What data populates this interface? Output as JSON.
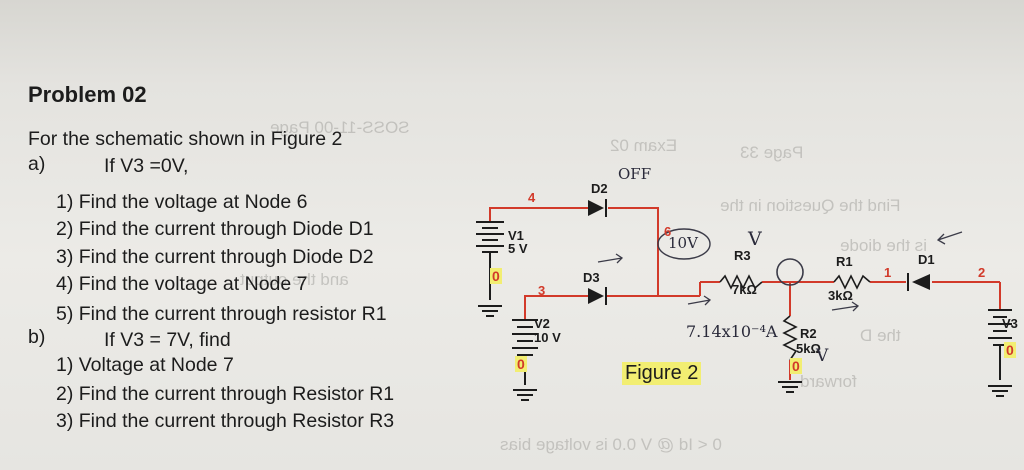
{
  "problem": {
    "title": "Problem 02",
    "intro": "For the schematic shown in Figure 2",
    "part_a_label": "a)",
    "part_a_condition": "If V3 =0V,",
    "part_a_items": [
      "1) Find the voltage at Node 6",
      "2) Find the current through Diode D1",
      "3) Find the current through Diode D2",
      "4) Find the voltage at Node 7",
      "5) Find the current through resistor R1"
    ],
    "part_b_label": "b)",
    "part_b_condition": "If V3 = 7V, find",
    "part_b_items": [
      "1) Voltage at Node 7",
      "2) Find the current through Resistor R1",
      "3) Find the current through Resistor R3"
    ]
  },
  "schematic": {
    "figure_label": "Figure 2",
    "v1_name": "V1",
    "v1_value": "5 V",
    "v2_name": "V2",
    "v2_value": "10 V",
    "v3_name": "V3",
    "d1": "D1",
    "d2": "D2",
    "d3": "D3",
    "r1_name": "R1",
    "r1_value": "3kΩ",
    "r2_name": "R2",
    "r2_value": "5kΩ",
    "r3_name": "R3",
    "r3_value": "7kΩ",
    "node_4": "4",
    "node_3": "3",
    "node_6": "6",
    "node_1": "1",
    "node_2": "2",
    "ground_zero": "0"
  },
  "handwritten": {
    "off_note": "OFF",
    "voltage_note": "10V",
    "v_mark": "V",
    "current_note": "7.14x10⁻⁴A"
  },
  "colors": {
    "wire": "#d23a2a",
    "text": "#1c1c1c",
    "highlight": "#f2ee72",
    "pencil": "#3b3b48"
  }
}
